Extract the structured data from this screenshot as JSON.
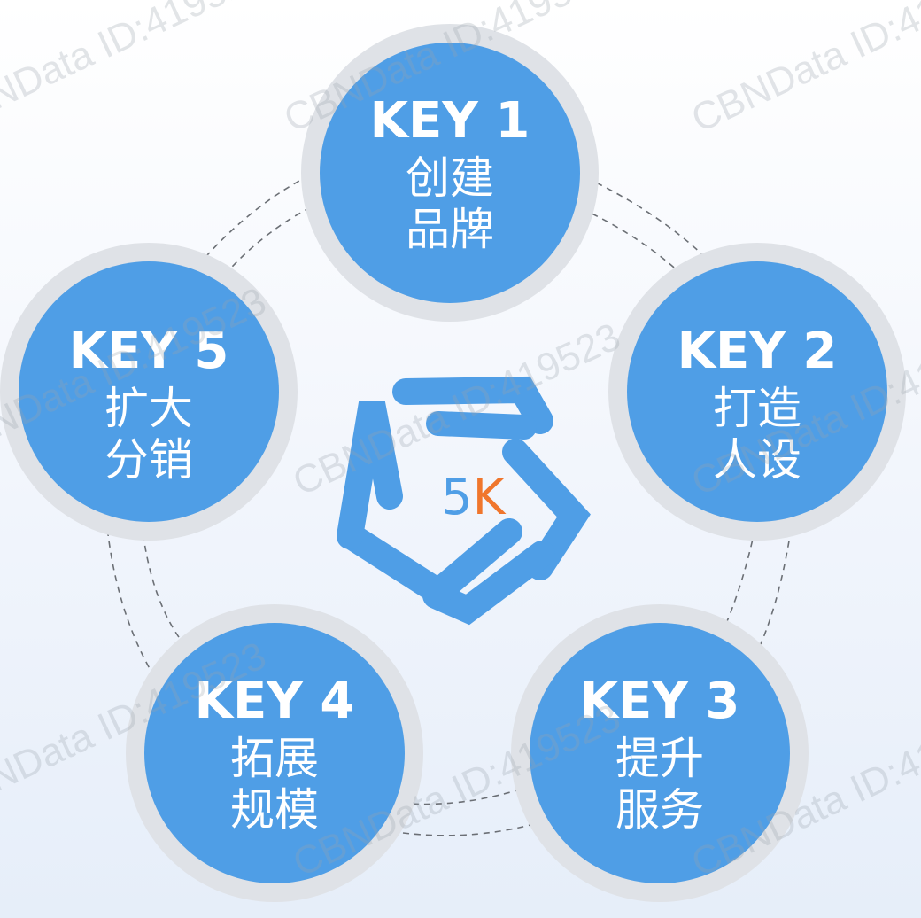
{
  "diagram": {
    "keys": [
      {
        "title": "KEY 1",
        "line1": "创建",
        "line2": "品牌"
      },
      {
        "title": "KEY 2",
        "line1": "打造",
        "line2": "人设"
      },
      {
        "title": "KEY 3",
        "line1": "提升",
        "line2": "服务"
      },
      {
        "title": "KEY 4",
        "line1": "拓展",
        "line2": "规模"
      },
      {
        "title": "KEY 5",
        "line1": "扩大",
        "line2": "分销"
      }
    ],
    "logo": {
      "part1": "5",
      "part2": "K"
    },
    "watermark": "CBNData ID:419523"
  },
  "colors": {
    "circle_fill": "#4f9ee6",
    "circle_ring": "#dfe2e7",
    "accent_orange": "#f0762c"
  }
}
